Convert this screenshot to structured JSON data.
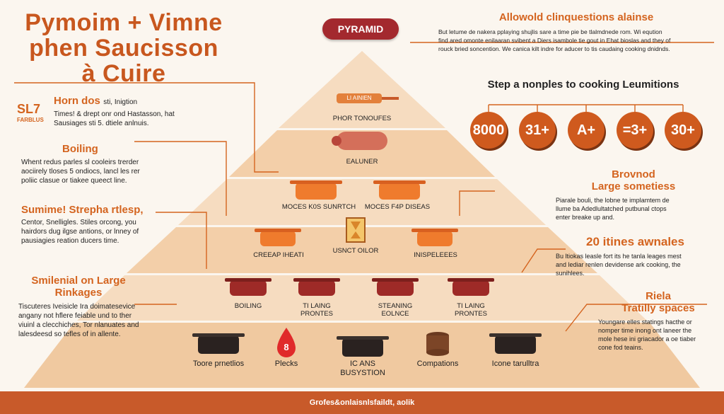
{
  "title": [
    "Pymoim + Vimne",
    "phen Saucisson",
    "à Cuire"
  ],
  "badge": "PYRAMID",
  "left_blocks": [
    {
      "code": "SL7",
      "subcode": "FARBLUS",
      "title": "Horn dos",
      "title_suffix": "sti, Inigtion",
      "text": [
        "Times! & drept onr ond Hastasson, hat",
        "Sausiages sti 5. dtiele anlnuis."
      ]
    },
    {
      "title": "Boiling",
      "text": [
        "Whent redus parles sl cooleirs trerder",
        "aociirely tloses 5 ondiocs, lancl les rer",
        "poliic clasue or tiakee queect line."
      ]
    },
    {
      "title": "Sumime! Strepha rtlesp,",
      "text": [
        "Centor, Snelligles. Stiles orcong, you",
        "hairdors dug ilgse antions, or lnney of",
        "pausiagies reation ducers time."
      ]
    },
    {
      "title": "Smilenial on Large",
      "title2": "Rinkages",
      "text": [
        "Tiscuteres Iveisicle Ira doimatesevice",
        "angany not hflere feiable und to ther",
        "viuinl a clecchiches, Tor nlanuates and",
        "lalesdeesd so tefles of in allente."
      ]
    }
  ],
  "right_top": {
    "title": "Allowold clinquestions alainse",
    "text": [
      "But letume de nakera pplaying shujlis sare a time pie be tlalmdnede rom. Wi eqution",
      "find ared omonte enilaaran svibent a Diers isambole tie gout in Ehat bioslas and they of",
      "rouck bried soncention. We canica kilt indre for aducer to tis caudaing cooking dnidnds."
    ]
  },
  "steps_title": "Step a nonples to cooking Leumitions",
  "steps": [
    "8000",
    "31+",
    "A+",
    "=3+",
    "30+"
  ],
  "right_blocks": [
    {
      "title": "Brovnod",
      "title2": "Large sometiess",
      "text": [
        "Piarale bouli, the lobne te implamtem de",
        "llume ba Adedlultatched putbunal ctops",
        "enter breake up and."
      ]
    },
    {
      "title": "20 itines awnales",
      "text": [
        "Bu ltiokas leasle fort its he tanla leages mest",
        "and lediar renlen devidense ark cooking, the",
        "sunihlees."
      ]
    },
    {
      "title": "Riela",
      "title2": "Tratilly spaces",
      "text": [
        "Youngare elles statings hacthe or",
        "nomper time inong ont laneer the",
        "mole hese ini griacador a oe tiaber",
        "cone fod teains."
      ]
    }
  ],
  "pyramid": {
    "tier1": {
      "pan_label": "LI AINIEN",
      "label": "PHOR TONOUFES",
      "label2": "EALUNER"
    },
    "tier2": [
      "MOCES K0S SUNRTCH",
      "MOCES F4P DISEAS"
    ],
    "tier3": [
      "CREEAP IHEATI",
      "USNCT OILOR",
      "INISPELEEES"
    ],
    "tier4": [
      "BOILING",
      "TI LAING\nPRONTES",
      "STEANING\nEOLNCE",
      "TI LAING\nPRONTES"
    ],
    "tier5": [
      "Toore prnetlios",
      "Plecks",
      "IC ANS\nBUSYSTION",
      "Compations",
      "Icone tarulltra"
    ],
    "drop_label": "8"
  },
  "footer": "Grofes&onlaisnlsfaildt, aolik",
  "colors": {
    "accent": "#d4641f",
    "badge": "#a3292e",
    "pyramid_light": "#f6d9ba",
    "pyramid_mid": "#f0c79c"
  }
}
